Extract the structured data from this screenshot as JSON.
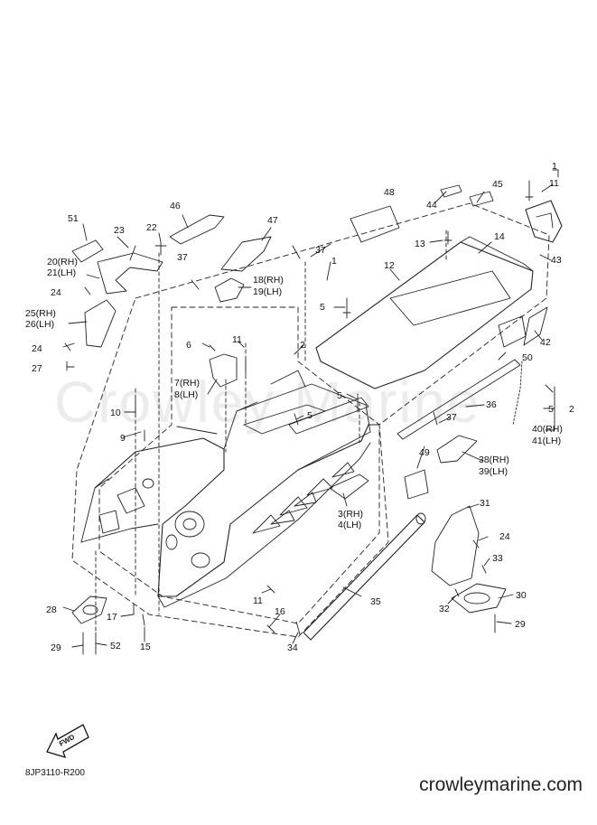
{
  "diagram": {
    "watermark_text": "Crowley Marine",
    "drawing_code": "8JP3110-R200",
    "site_url": "crowleymarine.com",
    "fwd_label": "FWD",
    "part_callouts": [
      {
        "id": "c1",
        "label": "1"
      },
      {
        "id": "c11a",
        "label": "11"
      },
      {
        "id": "c43",
        "label": "43"
      },
      {
        "id": "c45",
        "label": "45"
      },
      {
        "id": "c44",
        "label": "44"
      },
      {
        "id": "c48",
        "label": "48"
      },
      {
        "id": "c46",
        "label": "46"
      },
      {
        "id": "c47",
        "label": "47"
      },
      {
        "id": "c51",
        "label": "51"
      },
      {
        "id": "c23",
        "label": "23"
      },
      {
        "id": "c22",
        "label": "22"
      },
      {
        "id": "c20",
        "label": "20(RH)"
      },
      {
        "id": "c21",
        "label": "21(LH)"
      },
      {
        "id": "c37a",
        "label": "37"
      },
      {
        "id": "c37b",
        "label": "37"
      },
      {
        "id": "c18",
        "label": "18(RH)"
      },
      {
        "id": "c19",
        "label": "19(LH)"
      },
      {
        "id": "c1b",
        "label": "1"
      },
      {
        "id": "c13",
        "label": "13"
      },
      {
        "id": "c14",
        "label": "14"
      },
      {
        "id": "c12",
        "label": "12"
      },
      {
        "id": "c24a",
        "label": "24"
      },
      {
        "id": "c25",
        "label": "25(RH)"
      },
      {
        "id": "c26",
        "label": "26(LH)"
      },
      {
        "id": "c5a",
        "label": "5"
      },
      {
        "id": "c42",
        "label": "42"
      },
      {
        "id": "c24b",
        "label": "24"
      },
      {
        "id": "c27",
        "label": "27"
      },
      {
        "id": "c6",
        "label": "6"
      },
      {
        "id": "c11b",
        "label": "11"
      },
      {
        "id": "c2a",
        "label": "2"
      },
      {
        "id": "c50",
        "label": "50"
      },
      {
        "id": "c7",
        "label": "7(RH)"
      },
      {
        "id": "c8",
        "label": "8(LH)"
      },
      {
        "id": "c5b",
        "label": "5"
      },
      {
        "id": "c36",
        "label": "36"
      },
      {
        "id": "c5c",
        "label": "5"
      },
      {
        "id": "c2b",
        "label": "2"
      },
      {
        "id": "c10",
        "label": "10"
      },
      {
        "id": "c5d",
        "label": "5"
      },
      {
        "id": "c37c",
        "label": "37"
      },
      {
        "id": "c40",
        "label": "40(RH)"
      },
      {
        "id": "c41",
        "label": "41(LH)"
      },
      {
        "id": "c9",
        "label": "9"
      },
      {
        "id": "c49",
        "label": "49"
      },
      {
        "id": "c38",
        "label": "38(RH)"
      },
      {
        "id": "c39",
        "label": "39(LH)"
      },
      {
        "id": "c3",
        "label": "3(RH)"
      },
      {
        "id": "c4",
        "label": "4(LH)"
      },
      {
        "id": "c31",
        "label": "31"
      },
      {
        "id": "c24c",
        "label": "24"
      },
      {
        "id": "c33",
        "label": "33"
      },
      {
        "id": "c35",
        "label": "35"
      },
      {
        "id": "c11c",
        "label": "11"
      },
      {
        "id": "c30",
        "label": "30"
      },
      {
        "id": "c32",
        "label": "32"
      },
      {
        "id": "c28",
        "label": "28"
      },
      {
        "id": "c17",
        "label": "17"
      },
      {
        "id": "c16",
        "label": "16"
      },
      {
        "id": "c29a",
        "label": "29"
      },
      {
        "id": "c52",
        "label": "52"
      },
      {
        "id": "c15",
        "label": "15"
      },
      {
        "id": "c34",
        "label": "34"
      },
      {
        "id": "c29b",
        "label": "29"
      }
    ]
  }
}
